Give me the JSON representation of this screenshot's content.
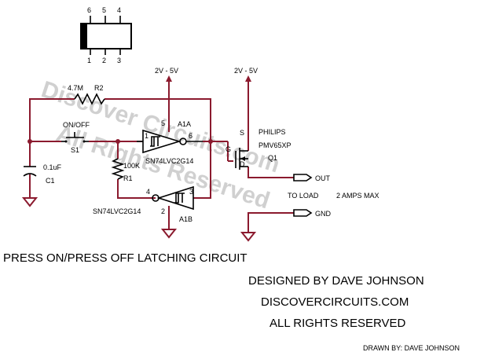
{
  "ic_package": {
    "top_pins": [
      "6",
      "5",
      "4"
    ],
    "bottom_pins": [
      "1",
      "2",
      "3"
    ]
  },
  "labels": {
    "supply_left": "2V - 5V",
    "supply_right": "2V - 5V",
    "r2_value": "4.7M",
    "r2_name": "R2",
    "switch_type": "ON/OFF",
    "switch_name": "S1",
    "cap_value": "0.1uF",
    "cap_name": "C1",
    "r1_value": "100K",
    "r1_name": "R1",
    "a1a_name": "A1A",
    "a1a_part": "SN74LVC2G14",
    "a1a_pin_in": "1",
    "a1a_pin_out": "6",
    "a1a_pin_vcc": "5",
    "a1b_name": "A1B",
    "a1b_part": "SN74LVC2G14",
    "a1b_pin_in": "3",
    "a1b_pin_out": "4",
    "a1b_pin_gnd": "2",
    "mosfet_brand": "PHILIPS",
    "mosfet_part": "PMV65XP",
    "mosfet_name": "Q1",
    "mosfet_s": "S",
    "mosfet_g": "G",
    "mosfet_d": "D",
    "out": "OUT",
    "gnd": "GND",
    "load": "TO LOAD",
    "max": "2 AMPS MAX"
  },
  "watermark": {
    "line1": "Discover Circuits.com",
    "line2": "All Rights Reserved"
  },
  "footer": {
    "title": "PRESS ON/PRESS OFF LATCHING CIRCUIT",
    "designed": "DESIGNED BY DAVE JOHNSON",
    "site": "DISCOVERCIRCUITS.COM",
    "rights": "ALL RIGHTS RESERVED",
    "drawn": "DRAWN BY:  DAVE JOHNSON"
  }
}
